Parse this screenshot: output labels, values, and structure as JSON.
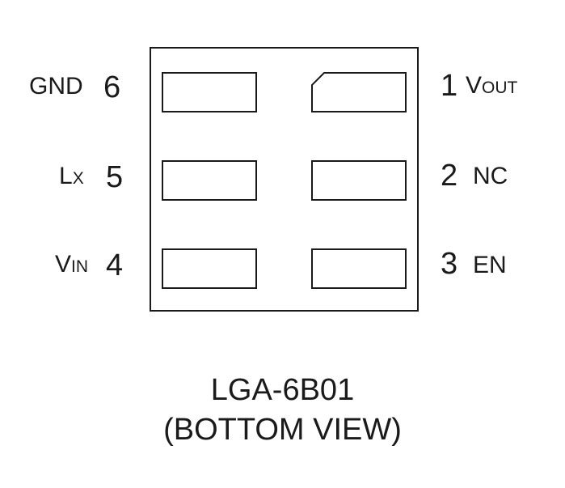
{
  "package": {
    "name": "LGA-6B01",
    "view": "(BOTTOM VIEW)"
  },
  "pins": {
    "p1": {
      "number": "1",
      "main": "V",
      "sub": "OUT"
    },
    "p2": {
      "number": "2",
      "main": "NC",
      "sub": ""
    },
    "p3": {
      "number": "3",
      "main": "EN",
      "sub": ""
    },
    "p4": {
      "number": "4",
      "main": "V",
      "sub": "IN"
    },
    "p5": {
      "number": "5",
      "main": "L",
      "sub": "X"
    },
    "p6": {
      "number": "6",
      "main": "GND",
      "sub": ""
    }
  }
}
